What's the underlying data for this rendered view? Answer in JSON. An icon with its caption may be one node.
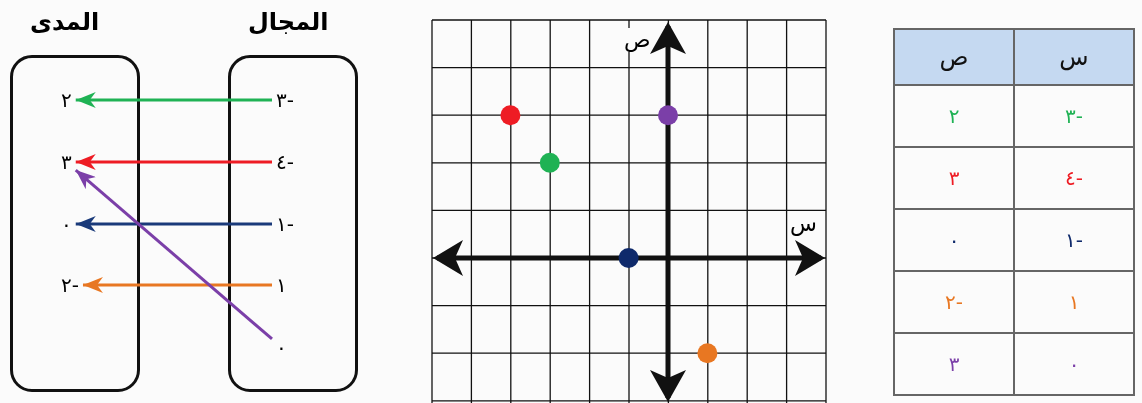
{
  "diagram": {
    "nodes": [
      {
        "text": [
          "المجال"
        ]
      },
      {
        "text": [
          "المدى"
        ]
      },
      {
        "text": [
          "-٣"
        ],
        "in": 0
      },
      {
        "text": [
          "-٤"
        ],
        "in": 0
      },
      {
        "text": [
          "-١"
        ],
        "in": 0
      },
      {
        "text": [
          "١"
        ],
        "in": 0
      },
      {
        "text": [
          "٠"
        ],
        "in": 0
      },
      {
        "text": [
          "٢"
        ],
        "in": 1
      },
      {
        "text": [
          "٣"
        ],
        "in": 1
      },
      {
        "text": [
          "٠"
        ],
        "in": 1
      },
      {
        "text": [
          "-٢"
        ],
        "in": 1
      }
    ],
    "edges": [
      {
        "from": 2,
        "to": 7,
        "arrow": "to",
        "color": "#1fb254"
      },
      {
        "from": 3,
        "to": 8,
        "arrow": "to",
        "color": "#ee1c24"
      },
      {
        "from": 4,
        "to": 9,
        "arrow": "to",
        "color": "#1a3a7a"
      },
      {
        "from": 5,
        "to": 10,
        "arrow": "to",
        "color": "#e87722"
      },
      {
        "from": 6,
        "to": 8,
        "arrow": "to",
        "color": "#7b3fa8"
      }
    ],
    "labels": [
      "ص",
      "س",
      "س",
      "ص",
      "-٣",
      "٢",
      "-٤",
      "٣",
      "-١",
      "٠",
      "١",
      "-٢",
      "٠",
      "٣"
    ]
  }
}
